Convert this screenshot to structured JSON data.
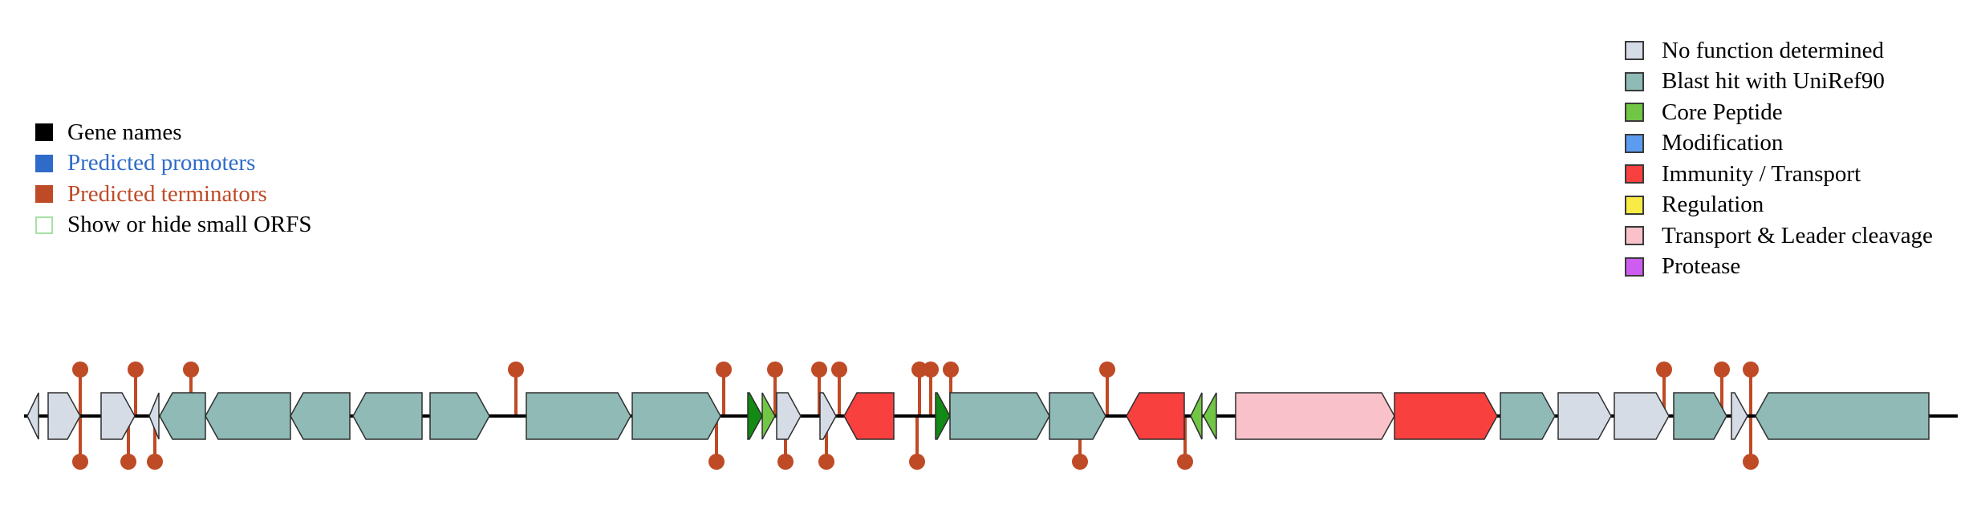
{
  "legend_left": [
    {
      "id": "gene-names",
      "label": "Gene names",
      "color": "#000000",
      "text_color": "#000000",
      "outline": false
    },
    {
      "id": "predicted-promoters",
      "label": "Predicted promoters",
      "color": "#2F6BC9",
      "text_color": "#2F6BC9",
      "outline": false
    },
    {
      "id": "predicted-terminators",
      "label": "Predicted terminators",
      "color": "#BF4A26",
      "text_color": "#BF4A26",
      "outline": false
    },
    {
      "id": "small-orfs-toggle",
      "label": "Show or hide small ORFS",
      "color": "#A6E0A6",
      "text_color": "#000000",
      "outline": true
    }
  ],
  "legend_right": [
    {
      "id": "no-function",
      "label": "No function determined",
      "color": "#D5DCE6"
    },
    {
      "id": "blast-hit",
      "label": "Blast hit with UniRef90",
      "color": "#8FBAB6"
    },
    {
      "id": "core-peptide",
      "label": "Core Peptide",
      "color": "#72C645"
    },
    {
      "id": "modification",
      "label": "Modification",
      "color": "#5B9CF0"
    },
    {
      "id": "immunity-transport",
      "label": "Immunity / Transport",
      "color": "#F8403F"
    },
    {
      "id": "regulation",
      "label": "Regulation",
      "color": "#F9EB45"
    },
    {
      "id": "transport-leader",
      "label": "Transport & Leader cleavage",
      "color": "#F9C2CA"
    },
    {
      "id": "protease",
      "label": "Protease",
      "color": "#CF5CF1"
    }
  ],
  "colors": {
    "nofunc": "#D5DCE6",
    "blast": "#8FBAB6",
    "core": "#72C645",
    "darkcore": "#138A15",
    "immunity": "#F8403F",
    "transport": "#F9C2CA",
    "terminator": "#BF4A26",
    "axis": "#000000"
  },
  "genome_map": {
    "genes": [
      {
        "start": 34,
        "end": 48,
        "strand": "-",
        "cls": "nofunc"
      },
      {
        "start": 60,
        "end": 100,
        "strand": "+",
        "cls": "nofunc"
      },
      {
        "start": 126,
        "end": 168,
        "strand": "+",
        "cls": "nofunc"
      },
      {
        "start": 186,
        "end": 198,
        "strand": "-",
        "cls": "nofunc"
      },
      {
        "start": 199,
        "end": 256,
        "strand": "-",
        "cls": "blast"
      },
      {
        "start": 256,
        "end": 362,
        "strand": "-",
        "cls": "blast"
      },
      {
        "start": 362,
        "end": 436,
        "strand": "-",
        "cls": "blast"
      },
      {
        "start": 440,
        "end": 526,
        "strand": "-",
        "cls": "blast"
      },
      {
        "start": 536,
        "end": 610,
        "strand": "+",
        "cls": "blast"
      },
      {
        "start": 656,
        "end": 786,
        "strand": "+",
        "cls": "blast"
      },
      {
        "start": 788,
        "end": 898,
        "strand": "+",
        "cls": "blast"
      },
      {
        "start": 932,
        "end": 950,
        "strand": "+",
        "cls": "darkcore"
      },
      {
        "start": 950,
        "end": 966,
        "strand": "+",
        "cls": "core"
      },
      {
        "start": 968,
        "end": 998,
        "strand": "+",
        "cls": "nofunc"
      },
      {
        "start": 1022,
        "end": 1042,
        "strand": "+",
        "cls": "nofunc"
      },
      {
        "start": 1052,
        "end": 1114,
        "strand": "-",
        "cls": "immunity"
      },
      {
        "start": 1166,
        "end": 1184,
        "strand": "+",
        "cls": "darkcore"
      },
      {
        "start": 1184,
        "end": 1308,
        "strand": "+",
        "cls": "blast"
      },
      {
        "start": 1308,
        "end": 1378,
        "strand": "+",
        "cls": "blast"
      },
      {
        "start": 1404,
        "end": 1476,
        "strand": "-",
        "cls": "immunity"
      },
      {
        "start": 1484,
        "end": 1498,
        "strand": "-",
        "cls": "core"
      },
      {
        "start": 1500,
        "end": 1516,
        "strand": "-",
        "cls": "core"
      },
      {
        "start": 1540,
        "end": 1738,
        "strand": "+",
        "cls": "transport"
      },
      {
        "start": 1738,
        "end": 1866,
        "strand": "+",
        "cls": "immunity"
      },
      {
        "start": 1870,
        "end": 1938,
        "strand": "+",
        "cls": "blast"
      },
      {
        "start": 1942,
        "end": 2008,
        "strand": "+",
        "cls": "nofunc"
      },
      {
        "start": 2012,
        "end": 2080,
        "strand": "+",
        "cls": "nofunc"
      },
      {
        "start": 2086,
        "end": 2152,
        "strand": "+",
        "cls": "blast"
      },
      {
        "start": 2158,
        "end": 2178,
        "strand": "+",
        "cls": "nofunc"
      },
      {
        "start": 2188,
        "end": 2404,
        "strand": "-",
        "cls": "blast"
      }
    ],
    "terminators": [
      {
        "pos": 100,
        "dir": "up"
      },
      {
        "pos": 100,
        "dir": "down"
      },
      {
        "pos": 169,
        "dir": "up"
      },
      {
        "pos": 160,
        "dir": "down"
      },
      {
        "pos": 193,
        "dir": "down"
      },
      {
        "pos": 238,
        "dir": "up"
      },
      {
        "pos": 643,
        "dir": "up"
      },
      {
        "pos": 902,
        "dir": "up"
      },
      {
        "pos": 893,
        "dir": "down"
      },
      {
        "pos": 966,
        "dir": "up"
      },
      {
        "pos": 979,
        "dir": "down"
      },
      {
        "pos": 1021,
        "dir": "up"
      },
      {
        "pos": 1046,
        "dir": "up"
      },
      {
        "pos": 1030,
        "dir": "down"
      },
      {
        "pos": 1146,
        "dir": "up"
      },
      {
        "pos": 1160,
        "dir": "up"
      },
      {
        "pos": 1185,
        "dir": "up"
      },
      {
        "pos": 1143,
        "dir": "down"
      },
      {
        "pos": 1380,
        "dir": "up"
      },
      {
        "pos": 1346,
        "dir": "down"
      },
      {
        "pos": 1477,
        "dir": "down"
      },
      {
        "pos": 2074,
        "dir": "up"
      },
      {
        "pos": 2146,
        "dir": "up"
      },
      {
        "pos": 2182,
        "dir": "up"
      },
      {
        "pos": 2182,
        "dir": "down"
      }
    ]
  }
}
